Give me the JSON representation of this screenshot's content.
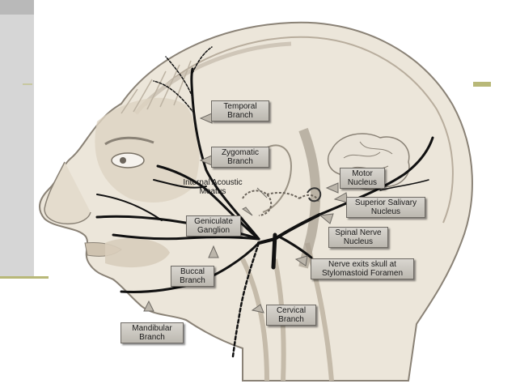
{
  "labels": {
    "temporal": [
      "Temporal",
      "Branch"
    ],
    "zygomatic": [
      "Zygomatic",
      "Branch"
    ],
    "internal_acoustic": [
      "Internal Acoustic",
      "Meatus"
    ],
    "geniculate": [
      "Geniculate",
      "Ganglion"
    ],
    "buccal": [
      "Buccal",
      "Branch"
    ],
    "mandibular": [
      "Mandibular",
      "Branch"
    ],
    "cervical": [
      "Cervical",
      "Branch"
    ],
    "motor_nucleus": [
      "Motor",
      "Nucleus"
    ],
    "superior_salivary": [
      "Superior Salivary",
      "Nucleus"
    ],
    "spinal_nerve": [
      "Spinal Nerve",
      "Nucleus"
    ],
    "nerve_exits": [
      "Nerve exits skull at",
      "Stylomastoid Foramen"
    ]
  },
  "colors": {
    "skin": "#ece6da",
    "outline": "#8a8276",
    "nerve": "#111111",
    "label_bg": "#c9c5bd",
    "accent_rule": "#b8b878"
  }
}
